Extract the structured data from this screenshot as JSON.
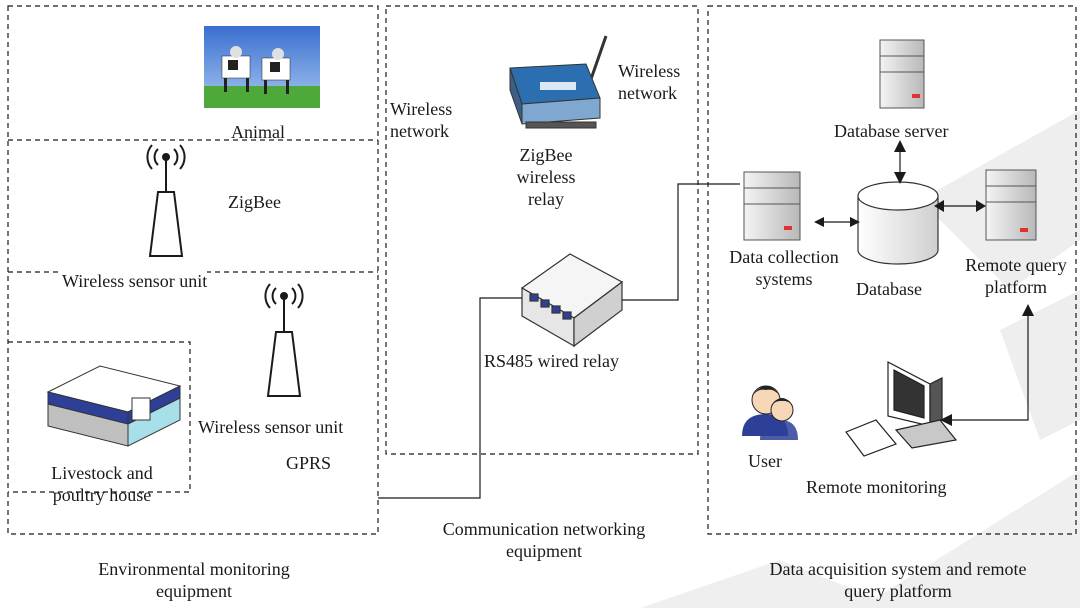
{
  "sections": {
    "env": {
      "line1": "Environmental monitoring",
      "line2": "equipment"
    },
    "comm": {
      "line1": "Communication networking",
      "line2": "equipment"
    },
    "data": {
      "line1": "Data acquisition system and remote",
      "line2": "query platform"
    }
  },
  "labels": {
    "animal": "Animal",
    "zigbee": "ZigBee",
    "wsu1": "Wireless sensor unit",
    "wsu2": "Wireless sensor unit",
    "gprs": "GPRS",
    "house": {
      "line1": "Livestock and",
      "line2": "poultry house"
    },
    "wn_left": {
      "line1": "Wireless",
      "line2": "network"
    },
    "wn_right": {
      "line1": "Wireless",
      "line2": "network"
    },
    "relay": {
      "line1": "ZigBee",
      "line2": "wireless",
      "line3": "relay"
    },
    "rs485": "RS485 wired relay",
    "db_server": "Database server",
    "dcs": {
      "line1": "Data collection",
      "line2": "systems"
    },
    "database": "Database",
    "rqp": {
      "line1": "Remote query",
      "line2": "platform"
    },
    "user": "User",
    "remote_mon": "Remote monitoring"
  },
  "colors": {
    "line": "#1a1a1a",
    "accent": "#e03030",
    "house_blue": "#2e3f98",
    "house_cyan": "#a8e0ea",
    "watermark": "#e6e6e6"
  }
}
